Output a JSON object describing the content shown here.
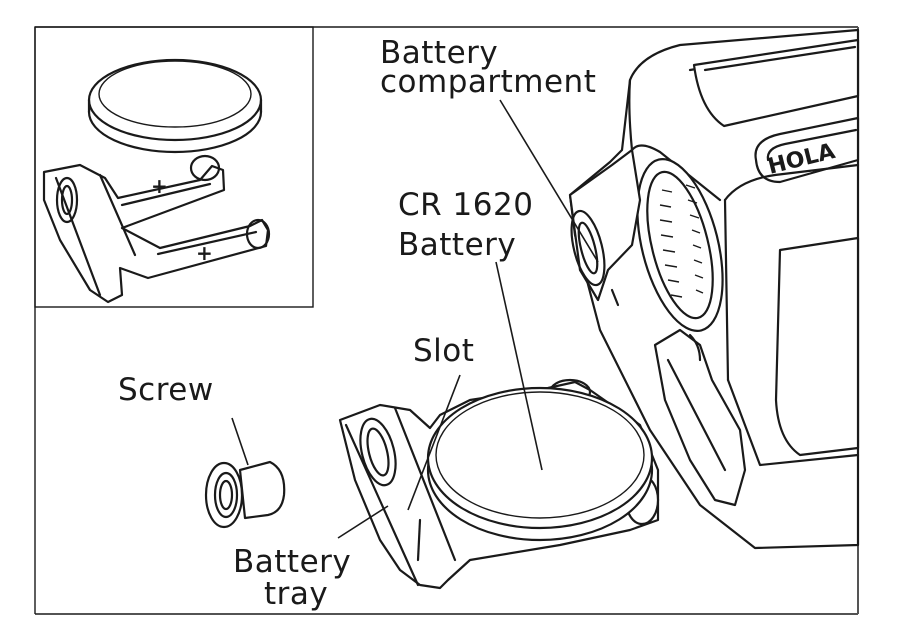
{
  "title": "Battery replacement diagram",
  "labels": {
    "battery_compartment_line1": "Battery",
    "battery_compartment_line2": "compartment",
    "battery_line1": "CR 1620",
    "battery_line2": "Battery",
    "slot": "Slot",
    "screw": "Screw",
    "tray_line1": "Battery",
    "tray_line2": "tray"
  },
  "device_logo": "HOLA"
}
